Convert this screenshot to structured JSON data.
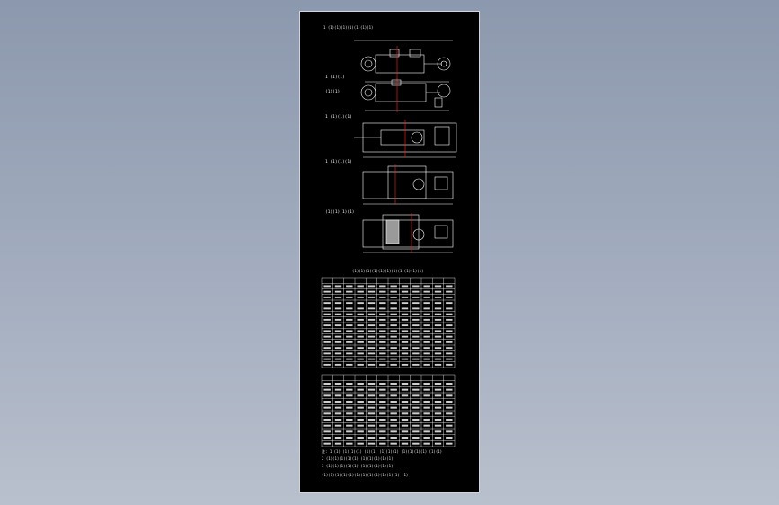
{
  "colors": {
    "background_top": "#8c98ad",
    "background_bottom": "#b9c0cd",
    "sheet": "#000000",
    "linework": "#ffffff",
    "center_line": "#ff2020",
    "hatch": "#9a9a9a"
  },
  "drawing": {
    "title_top": "1 (1)(1)(1)(1)(1)(1)(1)",
    "views": [
      {
        "label": "1 (1)(1)"
      },
      {
        "label": "(1)(1)"
      },
      {
        "label": "1 (1)(1)(1)"
      },
      {
        "label": "1 (1)(1)(1)"
      },
      {
        "label": "(1)(1)(1)(1)"
      }
    ],
    "table1_caption": "(1)(1)(1)(1)(1)(1)(1)(1)(1)(1)(1)",
    "notes": [
      {
        "text": "注: 1  (1)  (1)(1)(1)    (1)(1)  (1)(1)(1)    (1)(1)(1)(1)    (1)(1)"
      },
      {
        "text": "2  (1)(1)(1)(1)(1)        (1)(1)(1)(1)(1)"
      },
      {
        "text": "3  (1)(1)(1)(1)(1)        (1)(1)(1)(1)(1)"
      },
      {
        "text": "(1)(1)(1)(1)(1)(1)(1)(1)(1)(1)(1)(1)  (1)"
      }
    ]
  }
}
